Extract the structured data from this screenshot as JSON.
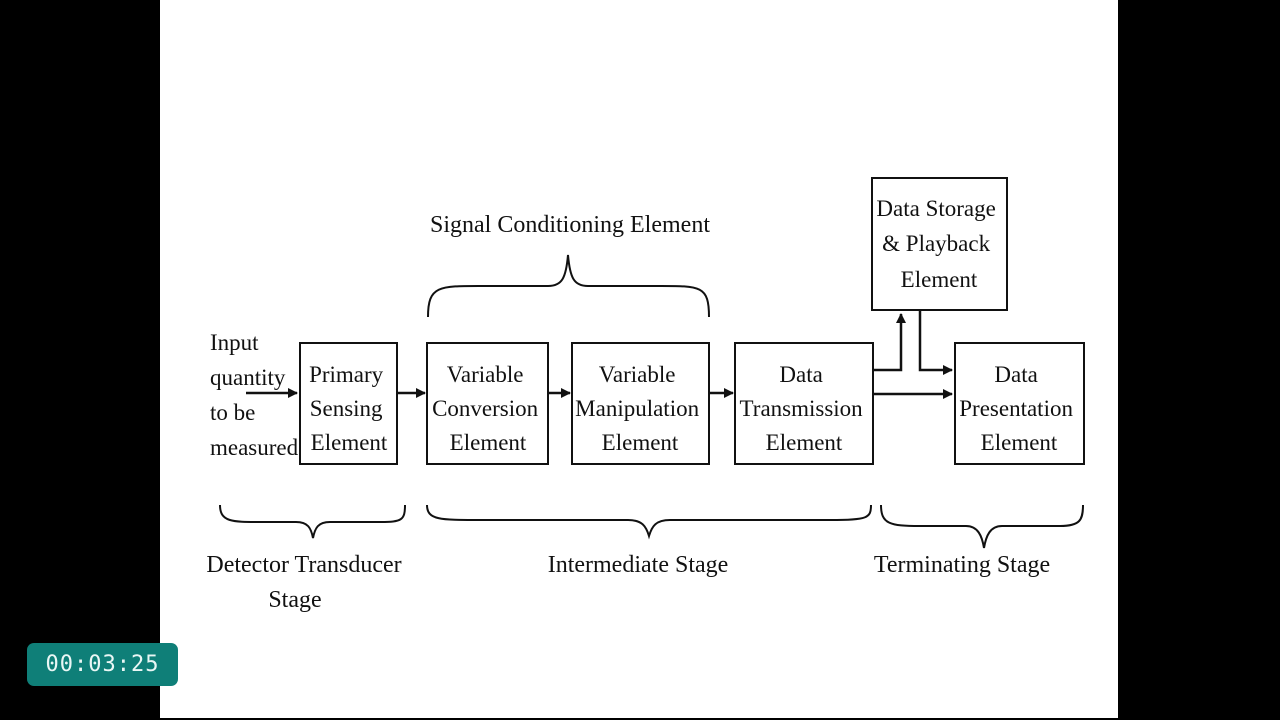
{
  "diagram": {
    "input_label": [
      "Input",
      "quantity",
      "to be",
      "measured"
    ],
    "blocks": {
      "primary_sensing": [
        "Primary",
        "Sensing",
        "Element"
      ],
      "variable_conversion": [
        "Variable",
        "Conversion",
        "Element"
      ],
      "variable_manipulation": [
        "Variable",
        "Manipulation",
        "Element"
      ],
      "data_transmission": [
        "Data",
        "Transmission",
        "Element"
      ],
      "data_storage": [
        "Data Storage",
        "& Playback",
        "Element"
      ],
      "data_presentation": [
        "Data",
        "Presentation",
        "Element"
      ]
    },
    "group_labels": {
      "signal_conditioning": "Signal Conditioning Element",
      "detector_transducer": [
        "Detector Transducer",
        "Stage"
      ],
      "intermediate": "Intermediate Stage",
      "terminating": "Terminating Stage"
    }
  },
  "overlay": {
    "timer": "00:03:25"
  }
}
